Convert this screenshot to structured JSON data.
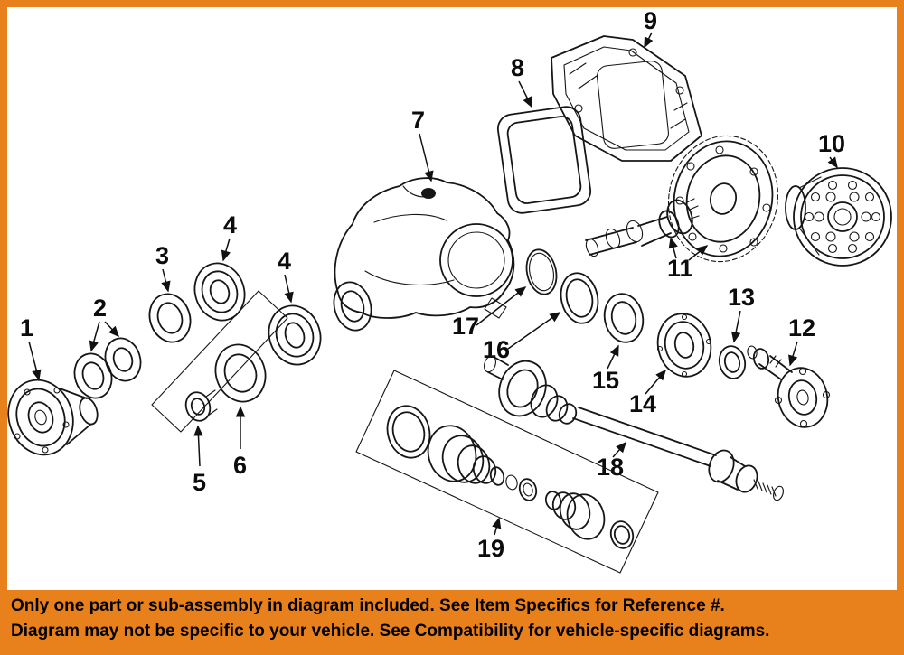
{
  "parts": [
    "1",
    "2",
    "3",
    "4",
    "4",
    "5",
    "6",
    "7",
    "8",
    "9",
    "10",
    "11",
    "12",
    "13",
    "14",
    "15",
    "16",
    "17",
    "18",
    "19"
  ],
  "banner": {
    "line1": "Only one part or sub-assembly in diagram included. See Item Specifics for Reference #.",
    "line2": "Diagram may not be specific to your vehicle. See Compatibility for vehicle-specific diagrams."
  },
  "colors": {
    "accent_orange": "#e8811c",
    "line_black": "#161616",
    "canvas_white": "#ffffff"
  }
}
